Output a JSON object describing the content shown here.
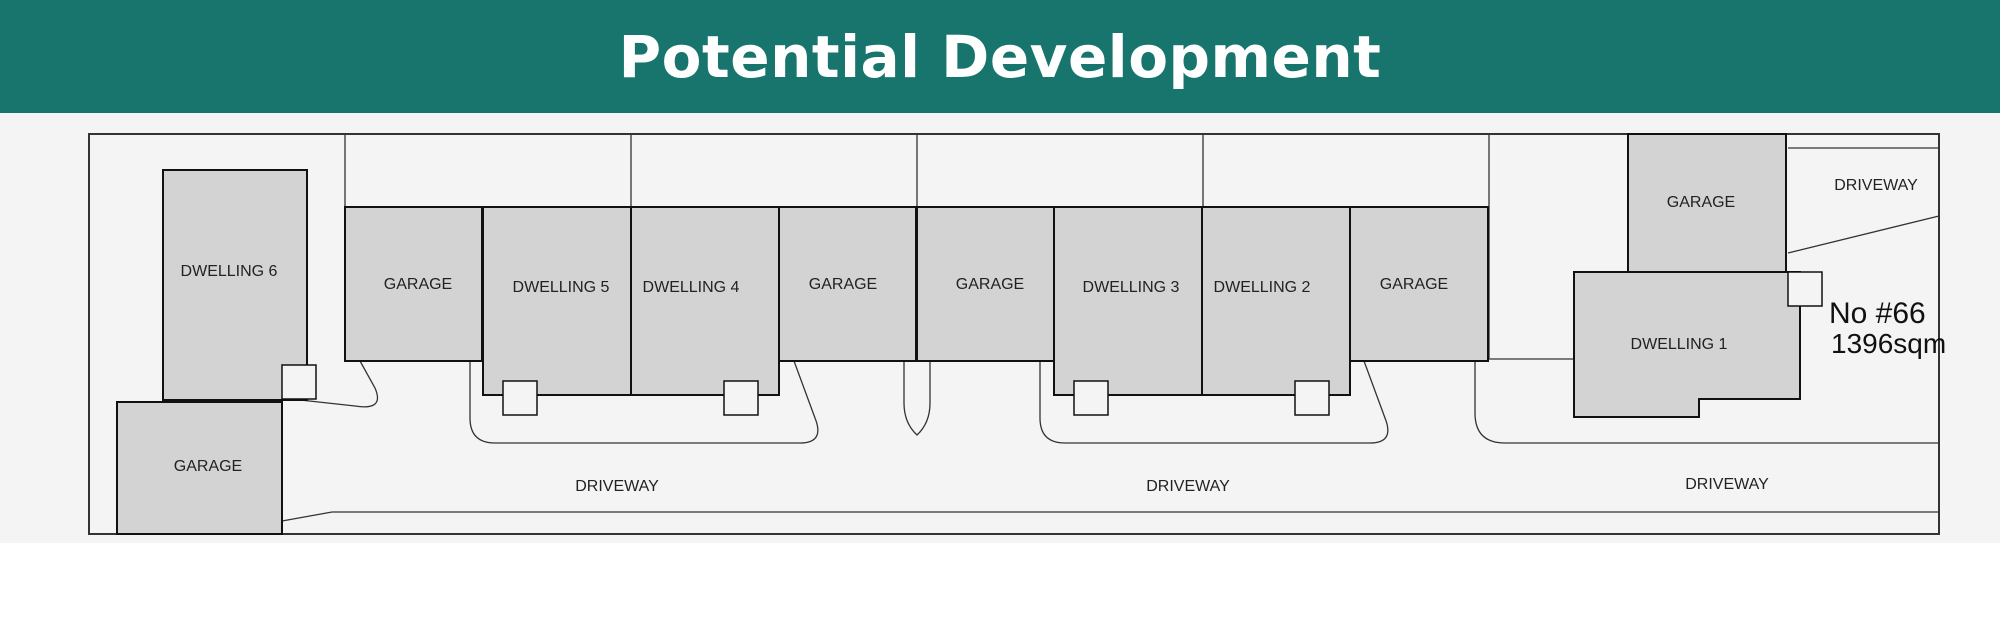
{
  "header": {
    "title": "Potential Development",
    "background_color": "#17756d"
  },
  "plan": {
    "building_fill": "#d3d3d3",
    "lot": {
      "number": "No #66",
      "area": "1396sqm"
    },
    "labels": {
      "dwelling_6": "DWELLING 6",
      "dwelling_5": "DWELLING 5",
      "dwelling_4": "DWELLING 4",
      "dwelling_3": "DWELLING 3",
      "dwelling_2": "DWELLING 2",
      "dwelling_1": "DWELLING 1",
      "garage": "GARAGE",
      "driveway": "DRIVEWAY"
    }
  }
}
